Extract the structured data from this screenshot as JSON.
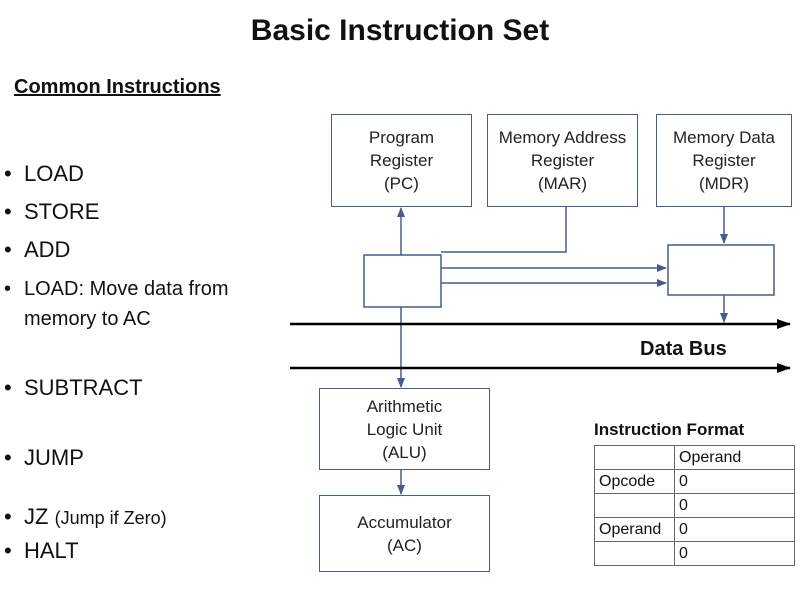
{
  "title": "Basic Instruction Set",
  "subtitle": "Common Instructions",
  "instructions": {
    "load": "LOAD",
    "store": "STORE",
    "add": "ADD",
    "load_desc_line1": "LOAD: Move data from",
    "load_desc_line2": "memory to AC",
    "subtract": "SUBTRACT",
    "jump": "JUMP",
    "jz": "JZ",
    "jz_note": "(Jump if Zero)",
    "halt": "HALT"
  },
  "diagram": {
    "pc": {
      "line1": "Program",
      "line2": "Register",
      "line3": "(PC)"
    },
    "mar": {
      "line1": "Memory Address",
      "line2": "Register",
      "line3": "(MAR)"
    },
    "mdr": {
      "line1": "Memory Data",
      "line2": "Register",
      "line3": "(MDR)"
    },
    "alu": {
      "line1": "Arithmetic",
      "line2": "Logic Unit",
      "line3": "(ALU)"
    },
    "ac": {
      "line1": "Accumulator",
      "line2": "(AC)"
    },
    "bus_label": "Data Bus",
    "wire_color": "#4a5a8c",
    "bus_color": "#000000"
  },
  "format": {
    "title": "Instruction Format",
    "rows": [
      [
        "",
        "Operand"
      ],
      [
        "Opcode",
        "0"
      ],
      [
        "",
        "0"
      ],
      [
        "Operand",
        "0"
      ],
      [
        "",
        "0"
      ]
    ]
  }
}
